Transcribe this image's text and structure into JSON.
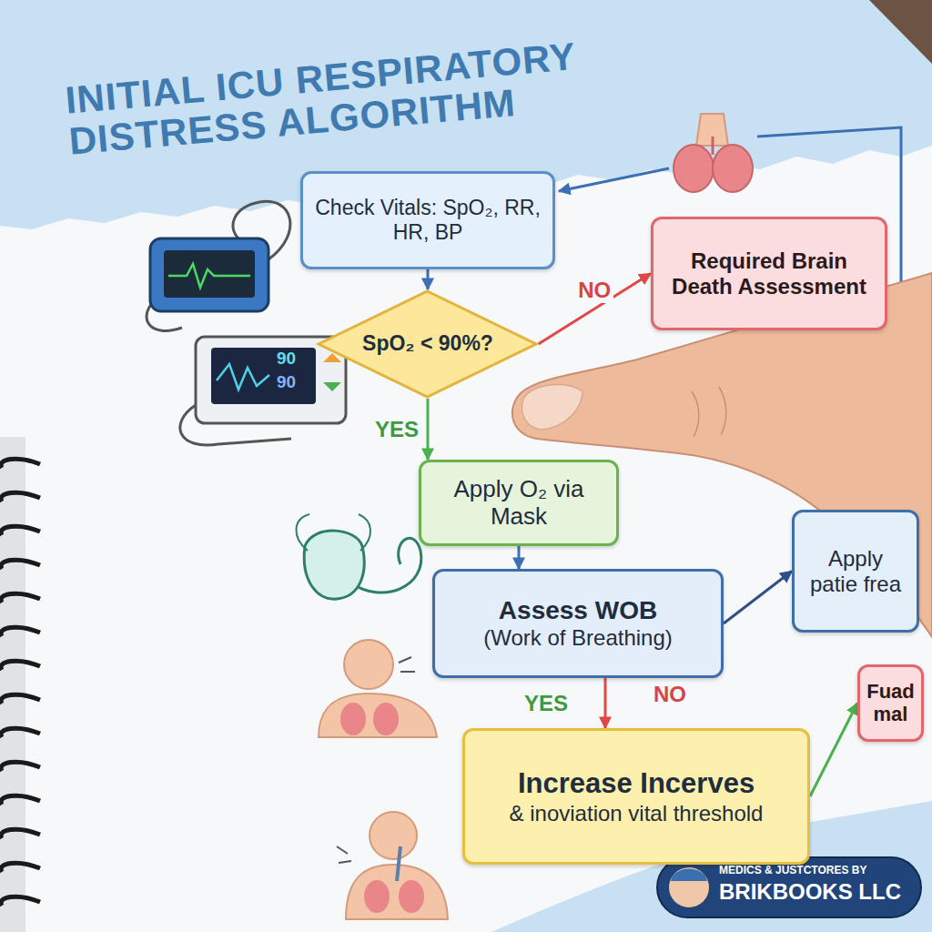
{
  "diagram": {
    "title": "INITIAL ICU RESPIRATORY DISTRESS ALGORITHM",
    "nodes": [
      {
        "text": [
          "Check Vitals: SpO₂, RR, HR, BP"
        ]
      },
      {
        "text": [
          "SpO₂ < 90%?"
        ]
      },
      {
        "text": [
          "Required Brain Death Assessment"
        ]
      },
      {
        "text": [
          "Apply O₂ via Mask"
        ]
      },
      {
        "text": [
          "Assess WOB",
          "(Work of Breathing)"
        ]
      },
      {
        "text": [
          "Apply patie frea"
        ]
      },
      {
        "text": [
          "Increase Incerves",
          "& inoviation vital threshold"
        ]
      },
      {
        "text": [
          "Fuad mal"
        ]
      }
    ],
    "edges": [
      {
        "from": 0,
        "to": 1,
        "arrow": "to"
      },
      {
        "from": 1,
        "to": 2,
        "label": "NO",
        "arrow": "to"
      },
      {
        "from": 1,
        "to": 3,
        "label": "YES",
        "arrow": "to"
      },
      {
        "from": 3,
        "to": 4,
        "arrow": "to"
      },
      {
        "from": 4,
        "to": 5,
        "arrow": "to"
      },
      {
        "from": 4,
        "to": 6,
        "label": "YES",
        "arrow": "to"
      },
      {
        "from": 6,
        "to": 7,
        "arrow": "to"
      }
    ],
    "labels": [
      "90",
      "90",
      "NO",
      "MEDICS & JUSTCTORES BY",
      "BRIKBOOKS LLC"
    ]
  }
}
